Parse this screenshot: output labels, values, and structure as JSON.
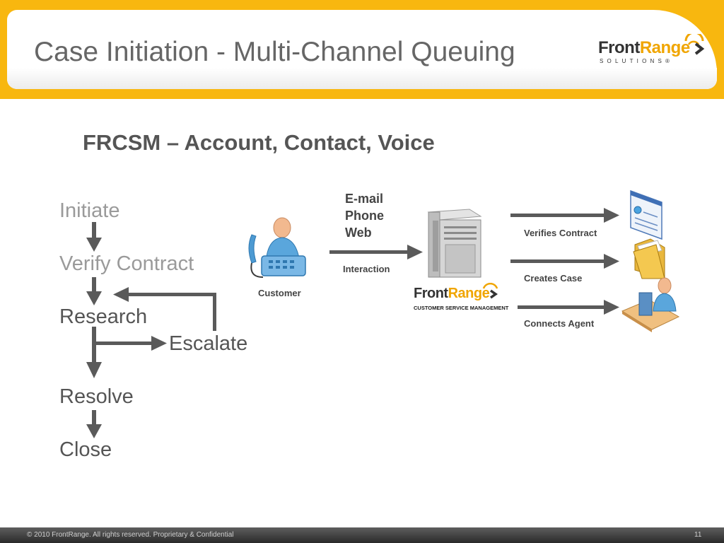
{
  "slide": {
    "title": "Case Initiation - Multi-Channel Queuing",
    "subtitle": "FRCSM – Account, Contact, Voice"
  },
  "logo": {
    "word_a": "Front",
    "word_b": "Range",
    "tagline": "SOLUTIONS",
    "trademark": "®"
  },
  "product_logo": {
    "word_a": "Front",
    "word_b": "Range",
    "tagline": "CUSTOMER SERVICE MANAGEMENT"
  },
  "process": {
    "steps": [
      "Initiate",
      "Verify Contract",
      "Research",
      "Resolve",
      "Close"
    ],
    "escalate": "Escalate"
  },
  "diagram": {
    "channels": [
      "E-mail",
      "Phone",
      "Web"
    ],
    "interaction_label": "Interaction",
    "customer_label": "Customer",
    "outcomes": [
      "Verifies Contract",
      "Creates Case",
      "Connects Agent"
    ]
  },
  "footer": {
    "copyright": "© 2010 FrontRange. All rights reserved.  Proprietary & Confidential",
    "page_number": "11"
  },
  "colors": {
    "accent": "#f8b70f",
    "arrow": "#5a5a5a",
    "text_dark": "#555555",
    "text_light": "#9a9a9a"
  },
  "icons": [
    "customer-phone-icon",
    "server-icon",
    "document-window-icon",
    "folder-icon",
    "agent-desk-icon"
  ]
}
